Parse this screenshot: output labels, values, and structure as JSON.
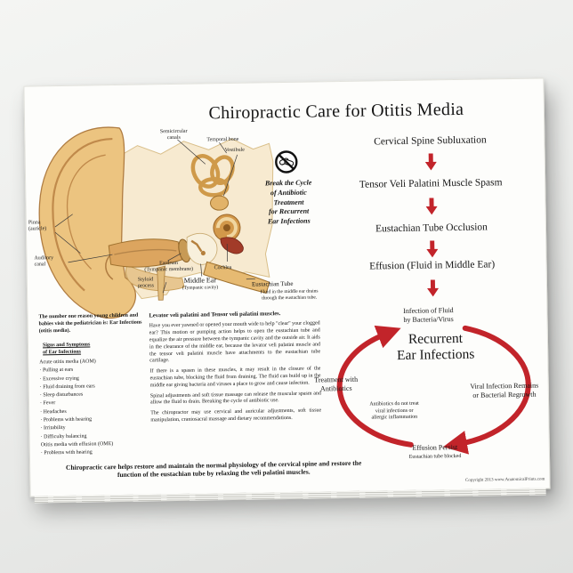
{
  "poster": {
    "title": "Chiropractic Care for Otitis Media",
    "bottom_statement": "Chiropractic care helps restore and maintain the normal physiology of the cervical spine and restore the function of the eustachian tube by relaxing the veli palatini muscles.",
    "copyright": "Copyright 2013 www.AnatomicalPrints.com"
  },
  "colors": {
    "arrow_red": "#c2242a",
    "ear_tan": "#ecc480",
    "bone_cream": "#f7ead0"
  },
  "ear": {
    "labels": {
      "semicircular_canals": "Semicircular\ncanals",
      "temporal_bone": "Temporal bone",
      "vestibule": "Vestibule",
      "pinna": "Pinna\n(auricle)",
      "auditory_canal": "Auditory\ncanal",
      "eardrum": "Eardrum\n(Tympanic membrane)",
      "styloid_process": "Styloid\nprocess",
      "middle_ear": "Middle Ear",
      "middle_ear_sub": "(Tympanic cavity)",
      "cochlea": "Cochlea",
      "eustachian_tube": "Eustachian Tube",
      "eustachian_tube_note": "Fluid in the middle ear drains\nthrough the eustachian tube."
    }
  },
  "break_cycle": {
    "text": "Break the Cycle\nof Antibiotic\nTreatment\nfor Recurrent\nEar Infections"
  },
  "flow": {
    "steps": [
      "Cervical Spine Subluxation",
      "Tensor Veli Palatini Muscle Spasm",
      "Eustachian Tube Occlusion",
      "Effusion (Fluid in Middle Ear)"
    ],
    "cycle": {
      "infection": "Infection of Fluid\nby Bacteria/Virus",
      "recurrent": "Recurrent\nEar Infections",
      "treatment": "Treatment with\nAntibiotics",
      "antibiotics_note": "Antibiotics do not treat\nviral infections or\nallergic inflammation",
      "viral": "Viral Infection Remains\nor Bacterial Regrowth",
      "effusion": "Effusion Persist",
      "effusion_note": "Eustachian tube blocked"
    }
  },
  "left_column": {
    "intro": "The number one reason young children and babies visit the pediatrician is: Ear Infections (otitis media).",
    "signs_title": "Signs and Symptoms\nof Ear Infections",
    "signs": [
      "Acute otitis media (AOM)",
      "· Pulling at ears",
      "· Excessive crying",
      "· Fluid draining from ears",
      "· Sleep disturbances",
      "· Fever",
      "· Headaches",
      "· Problems with hearing",
      "· Irritability",
      "· Difficulty balancing",
      "Otitis media with effusion (OME)",
      "· Problems with hearing"
    ]
  },
  "middle_column": {
    "heading": "Levator veli palatini and Tensor veli palatini muscles.",
    "paragraphs": [
      "Have you ever yawned or opened your mouth wide to help \"clear\" your clogged ear? This motion or pumping action helps to open the eustachian tube and equalize the air pressure between the tympanic cavity and the outside air. It aids in the clearance of the middle ear, because the levator veli palatini muscle and the tensor veli palatini muscle have attachments to the eustachian tube cartilage.",
      "If there is a spasm in these muscles, it may result in the closure of the eustachian tube, blocking the fluid from draining. The fluid can build up in the middle ear giving bacteria and viruses a place to grow and cause infection.",
      "Spinal adjustments and soft tissue massage can release the muscular spasm and allow the fluid to drain. Breaking the cycle of antibiotic use.",
      "The chiropractor may use cervical and auricular adjustments, soft tissue manipulation, craniosacral massage and dietary recommendations."
    ]
  }
}
